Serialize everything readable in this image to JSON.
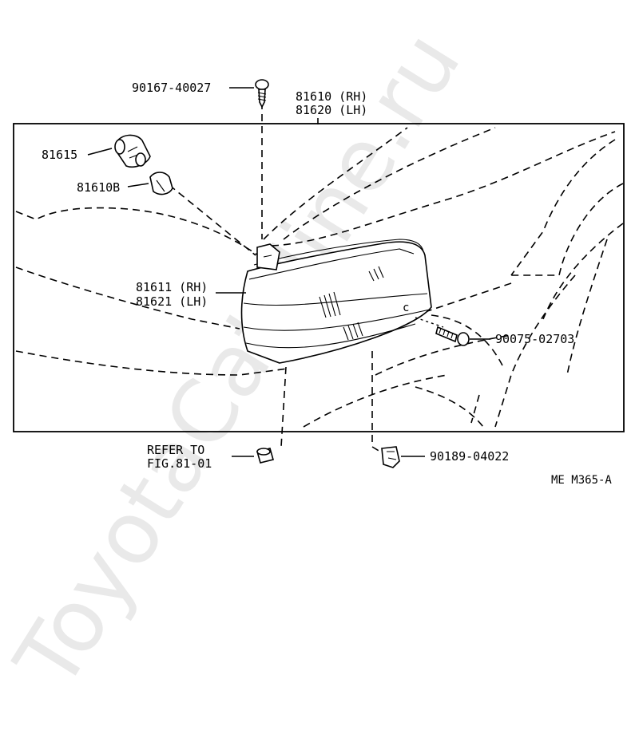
{
  "watermark": "ToyotaCatMine.ru",
  "labels": {
    "bolt_90167": "90167-40027",
    "assy_rh": "81610 (RH)",
    "assy_lh": "81620 (LH)",
    "socket": "81615",
    "bulb": "81610B",
    "lens_rh": "81611 (RH)",
    "lens_lh": "81621 (LH)",
    "screw_90075": "90075-02703",
    "refer_line1": "REFER TO",
    "refer_line2": "FIG.81-01",
    "nut_90189": "90189-04022",
    "fig_code": "ME  M365-A",
    "screw_hole_mark": "c"
  }
}
